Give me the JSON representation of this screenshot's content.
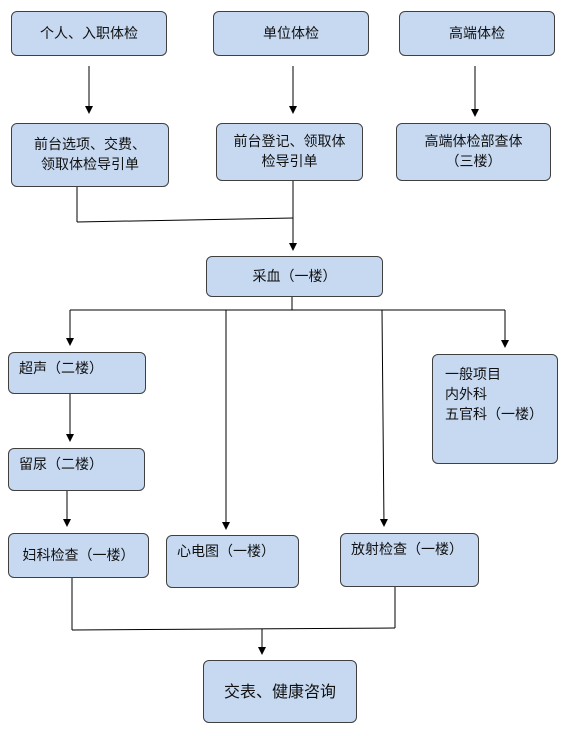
{
  "nodes": {
    "personal_checkup": "个人、入职体检",
    "unit_checkup": "单位体检",
    "premium_checkup": "高端体检",
    "front_desk_personal": "前台选项、交费、\n领取体检导引单",
    "front_desk_unit": "前台登记、领取体\n检导引单",
    "premium_department": "高端体检部查体\n（三楼）",
    "blood_draw": "采血（一楼）",
    "ultrasound": "超声（二楼）",
    "urine_sample": "留尿（二楼）",
    "gynecology": "妇科检查（一楼）",
    "ecg": "心电图（一楼）",
    "radiology": "放射检查（一楼）",
    "general_items": "一般项目\n内外科\n五官科（一楼）",
    "report_consultation": "交表、健康咨询"
  },
  "colors": {
    "box_fill": "#c6d9f1",
    "box_border": "#404040",
    "line": "#000000"
  }
}
